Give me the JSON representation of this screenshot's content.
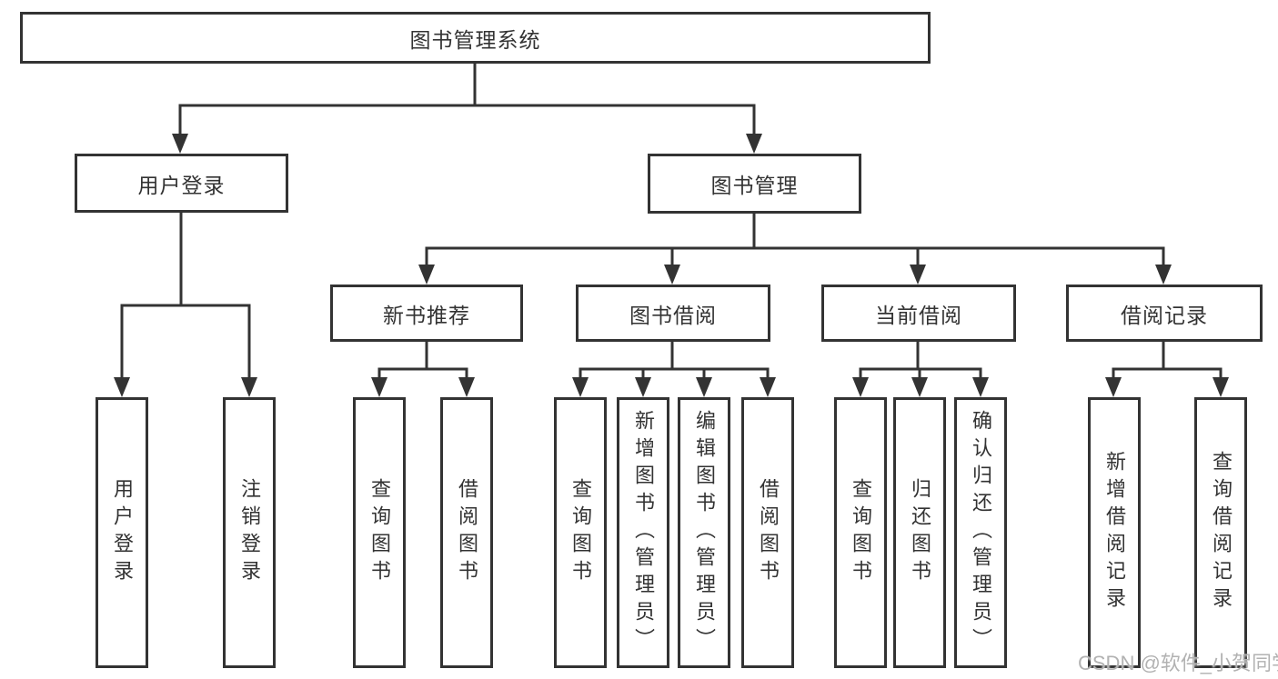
{
  "colors": {
    "line": "#333333",
    "box_border": "#333333",
    "text": "#333333",
    "watermark": "#b2b2b2",
    "background": "#ffffff"
  },
  "watermark": {
    "text": "CSDN @软件_小贺同学"
  },
  "tree": {
    "root": {
      "label": "图书管理系统"
    },
    "branches": [
      {
        "label": "用户登录",
        "children": [
          "用户登录",
          "注销登录"
        ]
      },
      {
        "label": "图书管理",
        "sections": [
          {
            "label": "新书推荐",
            "children": [
              "查询图书",
              "借阅图书"
            ]
          },
          {
            "label": "图书借阅",
            "children": [
              "查询图书",
              "新增图书（管理员）",
              "编辑图书（管理员）",
              "借阅图书"
            ]
          },
          {
            "label": "当前借阅",
            "children": [
              "查询图书",
              "归还图书",
              "确认归还（管理员）"
            ]
          },
          {
            "label": "借阅记录",
            "children": [
              "新增借阅记录",
              "查询借阅记录"
            ]
          }
        ]
      }
    ]
  }
}
